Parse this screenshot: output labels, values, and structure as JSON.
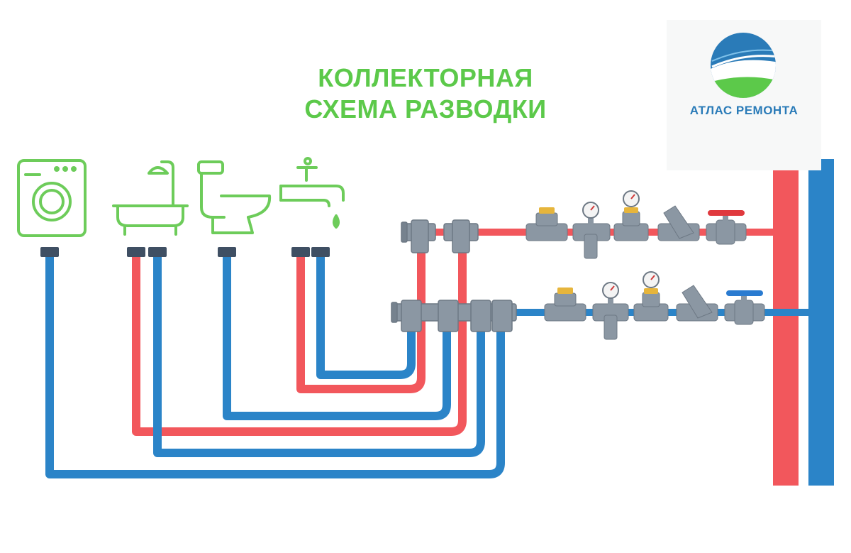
{
  "title_line1": "КОЛЛЕКТОРНАЯ",
  "title_line2": "СХЕМА РАЗВОДКИ",
  "brand_name": "АТЛАС РЕМОНТА",
  "colors": {
    "title_green": "#5cc94a",
    "icon_green": "#6dcc5a",
    "hot_pipe": "#f2575c",
    "cold_pipe": "#2b84c8",
    "fitting_grey": "#8b97a3",
    "brand_blue": "#2a7bb8",
    "hot_valve_handle": "#e0393e",
    "cold_valve_handle": "#2a7bd0"
  },
  "icons": [
    "washing-machine-icon",
    "bathtub-icon",
    "toilet-icon",
    "faucet-icon"
  ]
}
